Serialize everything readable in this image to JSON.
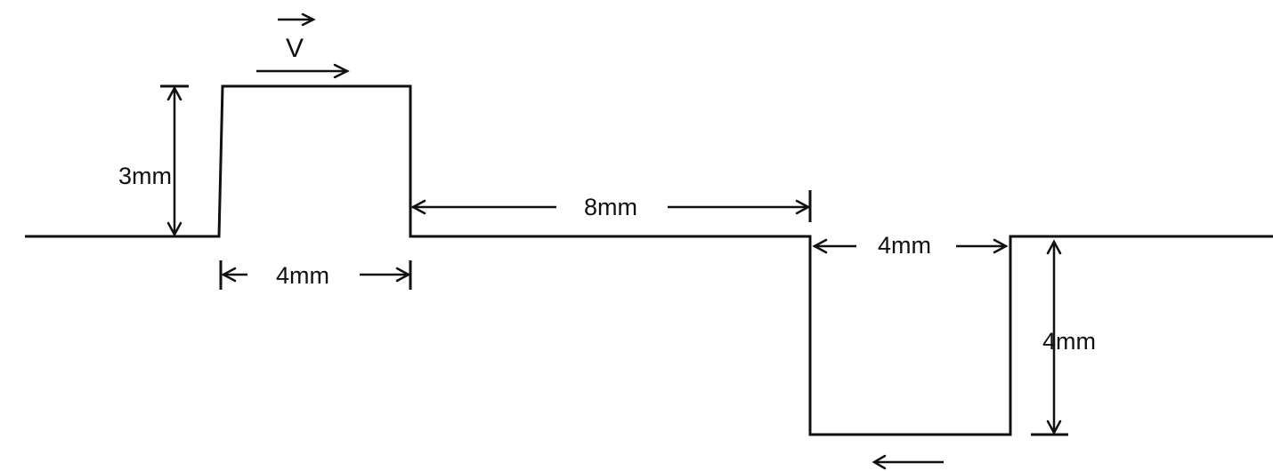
{
  "labels": {
    "velocity": "V",
    "pulse1_height": "3mm",
    "pulse1_width": "4mm",
    "separation": "8mm",
    "pulse2_width": "4mm",
    "pulse2_depth": "4mm"
  },
  "colors": {
    "ink": "#111111",
    "background": "#ffffff"
  }
}
